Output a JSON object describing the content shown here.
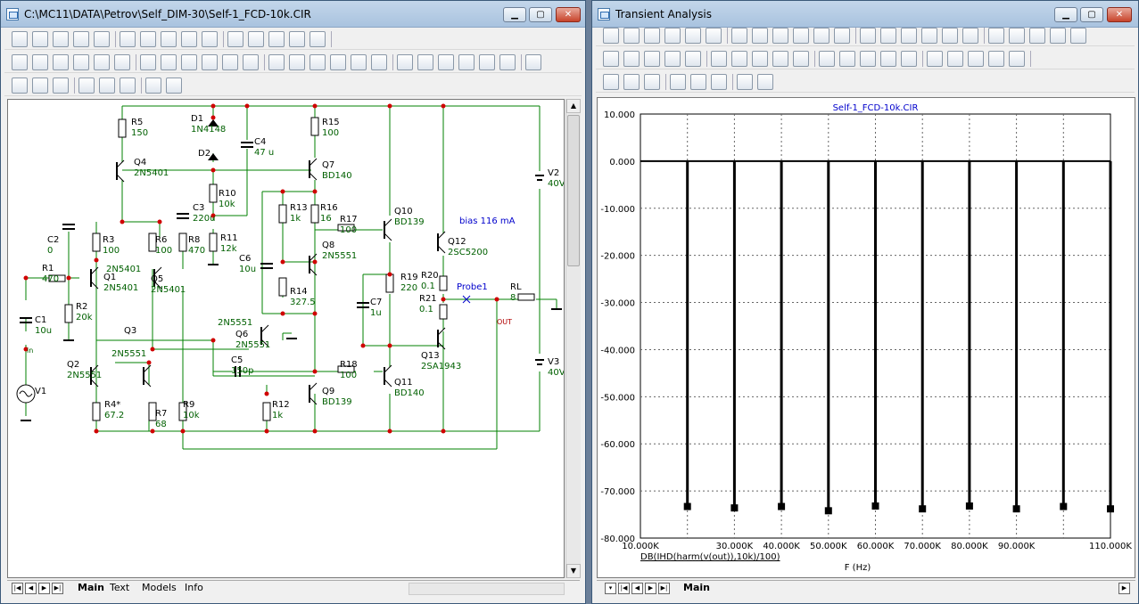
{
  "left_window": {
    "title": "C:\\MC11\\DATA\\Petrov\\Self_DIM-30\\Self-1_FCD-10k.CIR",
    "tabs": [
      "Main",
      "Text",
      "Models",
      "Info"
    ],
    "active_tab": "Main"
  },
  "right_window": {
    "title": "Transient Analysis",
    "tabs": [
      "Main"
    ],
    "active_tab": "Main"
  },
  "schematic": {
    "components": [
      {
        "ref": "R5",
        "value": "150"
      },
      {
        "ref": "D1",
        "value": "1N4148"
      },
      {
        "ref": "D2",
        "value": ""
      },
      {
        "ref": "C4",
        "value": "47 u"
      },
      {
        "ref": "R15",
        "value": "100"
      },
      {
        "ref": "Q4",
        "value": "2N5401"
      },
      {
        "ref": "Q7",
        "value": "BD140"
      },
      {
        "ref": "R10",
        "value": "10k"
      },
      {
        "ref": "C3",
        "value": "220u"
      },
      {
        "ref": "R13",
        "value": "1k"
      },
      {
        "ref": "R16",
        "value": "16"
      },
      {
        "ref": "R17",
        "value": "100"
      },
      {
        "ref": "Q10",
        "value": "BD139"
      },
      {
        "ref": "C2",
        "value": "0"
      },
      {
        "ref": "R3",
        "value": "100"
      },
      {
        "ref": "R6",
        "value": "100"
      },
      {
        "ref": "R8",
        "value": "470"
      },
      {
        "ref": "R11",
        "value": "12k"
      },
      {
        "ref": "Q8",
        "value": "2N5551"
      },
      {
        "ref": "Q12",
        "value": "2SC5200"
      },
      {
        "ref": "R1",
        "value": "470"
      },
      {
        "ref": "Q1",
        "value": "2N5401"
      },
      {
        "ref": "Q5",
        "value": "2N5401"
      },
      {
        "ref": "C6",
        "value": "10u"
      },
      {
        "ref": "R14",
        "value": "327.5"
      },
      {
        "ref": "R19",
        "value": "220"
      },
      {
        "ref": "R20",
        "value": "0.1"
      },
      {
        "ref": "R21",
        "value": "0.1"
      },
      {
        "ref": "RL",
        "value": "8"
      },
      {
        "ref": "C1",
        "value": "10u"
      },
      {
        "ref": "R2",
        "value": "20k"
      },
      {
        "ref": "C7",
        "value": "1u"
      },
      {
        "ref": "Q3",
        "value": ""
      },
      {
        "ref": "Q6",
        "value": "2N5551"
      },
      {
        "ref": "Q2",
        "value": "2N5551"
      },
      {
        "ref": "Q13",
        "value": "2SA1943"
      },
      {
        "ref": "C5",
        "value": "150p"
      },
      {
        "ref": "R18",
        "value": "100"
      },
      {
        "ref": "Q11",
        "value": "BD140"
      },
      {
        "ref": "Q9",
        "value": "BD139"
      },
      {
        "ref": "R4*",
        "value": "67.2"
      },
      {
        "ref": "R7",
        "value": "68"
      },
      {
        "ref": "R9",
        "value": "10k"
      },
      {
        "ref": "R12",
        "value": "1k"
      },
      {
        "ref": "V2",
        "value": "40V"
      },
      {
        "ref": "V3",
        "value": "40V"
      },
      {
        "ref": "V1",
        "value": ""
      }
    ],
    "extra_labels": {
      "q2_n5551": "2N5551",
      "q5_n5401": "2N5401",
      "q6_n5551": "2N5551",
      "bias": "bias 116 mA",
      "probe": "Probe1",
      "out": "OUT",
      "node_in": "in"
    }
  },
  "chart_data": {
    "type": "bar",
    "title": "Self-1_FCD-10k.CIR",
    "xlabel": "F (Hz)",
    "ylabel": "DB(IHD(harm(v(out)),10k)/100)",
    "x": [
      20000,
      30000,
      40000,
      50000,
      60000,
      70000,
      80000,
      90000,
      100000,
      110000
    ],
    "values": [
      -73.3,
      -73.6,
      -73.3,
      -74.2,
      -73.2,
      -73.8,
      -73.2,
      -73.8,
      -73.3,
      -73.8
    ],
    "xlim": [
      10000,
      110000
    ],
    "ylim": [
      -80,
      10
    ],
    "xticks": [
      10000,
      30000,
      40000,
      50000,
      60000,
      70000,
      80000,
      90000,
      110000
    ],
    "xtick_labels": [
      "10.000K",
      "30.000K",
      "40.000K",
      "50.000K",
      "60.000K",
      "70.000K",
      "80.000K",
      "90.000K",
      "110.000K"
    ],
    "yticks": [
      10,
      0,
      -10,
      -20,
      -30,
      -40,
      -50,
      -60,
      -70,
      -80
    ],
    "ytick_labels": [
      "10.000",
      "0.000",
      "-10.000",
      "-20.000",
      "-30.000",
      "-40.000",
      "-50.000",
      "-60.000",
      "-70.000",
      "-80.000"
    ],
    "grid": true,
    "title_color": "#0000cc"
  }
}
